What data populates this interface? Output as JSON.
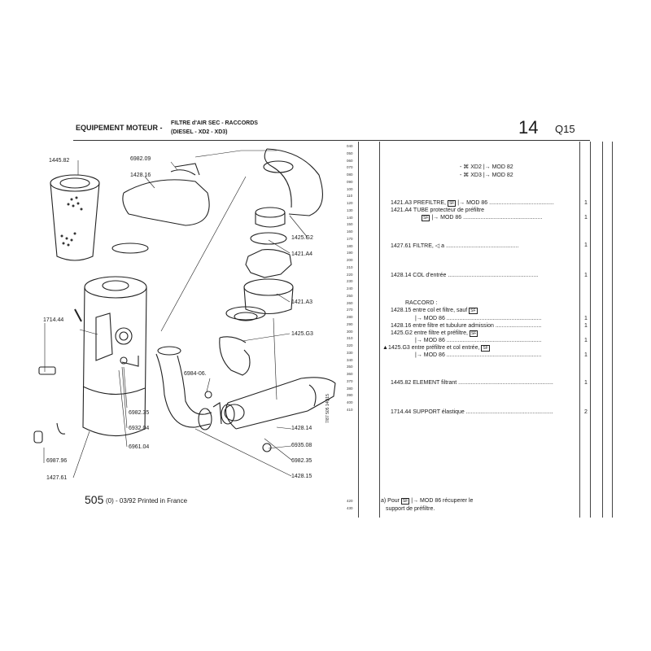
{
  "header": {
    "section": "EQUIPEMENT MOTEUR -",
    "subtitle_1": "FILTRE d'AIR SEC - RACCORDS",
    "subtitle_2": "(DIESEL - XD2 - XD3)",
    "page_number": "14",
    "page_section": "Q15"
  },
  "callouts": [
    {
      "id": "c1445_82",
      "text": "1445.82"
    },
    {
      "id": "c6982_09",
      "text": "6982.09"
    },
    {
      "id": "c1428_16",
      "text": "1428.16"
    },
    {
      "id": "c1425_g2",
      "text": "1425.G2"
    },
    {
      "id": "c1421_a4",
      "text": "1421.A4"
    },
    {
      "id": "c1421_a3",
      "text": "1421.A3"
    },
    {
      "id": "c1425_g3",
      "text": "1425.G3"
    },
    {
      "id": "c1714_44",
      "text": "1714.44"
    },
    {
      "id": "c6984_06",
      "text": "6984-06."
    },
    {
      "id": "c6982_35a",
      "text": "6982.35"
    },
    {
      "id": "c6932_04",
      "text": "6932.04"
    },
    {
      "id": "c6961_04",
      "text": "6961.04"
    },
    {
      "id": "c1428_14",
      "text": "1428.14"
    },
    {
      "id": "c6935_08",
      "text": "6935.08"
    },
    {
      "id": "c6982_35b",
      "text": "6982.35"
    },
    {
      "id": "c1428_15",
      "text": "1428.15"
    },
    {
      "id": "c6987_96",
      "text": "6987.96"
    },
    {
      "id": "c1427_61",
      "text": "1427.61"
    }
  ],
  "line_numbers": [
    "040",
    "050",
    "060",
    "070",
    "080",
    "090",
    "100",
    "110",
    "120",
    "130",
    "140",
    "150",
    "160",
    "170",
    "180",
    "190",
    "200",
    "210",
    "220",
    "230",
    "240",
    "250",
    "260",
    "270",
    "280",
    "290",
    "300",
    "310",
    "320",
    "330",
    "340",
    "350",
    "360",
    "370",
    "380",
    "390",
    "400",
    "410"
  ],
  "models": {
    "row1": "XD2",
    "row1_mod": "MOD 82",
    "row2": "XD3",
    "row2_mod": "MOD 82"
  },
  "entries": [
    {
      "code": "1421.A3",
      "desc": "PREFILTRE,",
      "sf": "SF",
      "mod": "MOD 86",
      "qty": "1"
    },
    {
      "code": "1421.A4",
      "desc": "TUBE protecteur de préfiltre",
      "sf": "SF",
      "mod": "MOD 86",
      "qty": "1"
    },
    {
      "code": "1427.61",
      "desc": "FILTRE,",
      "extra": "a",
      "qty": "1"
    },
    {
      "code": "1428.14",
      "desc": "COL d'entrée",
      "qty": "1"
    },
    {
      "code": "",
      "desc": "RACCORD :"
    },
    {
      "code": "1428.15",
      "desc": "entre col et filtre, sauf",
      "sf": "SF",
      "mod": "MOD 86",
      "qty": "1"
    },
    {
      "code": "1428.16",
      "desc": "entre filtre et tubulure admission",
      "qty": "1"
    },
    {
      "code": "1425.G2",
      "desc": "entre filtre et préfiltre,",
      "sf": "SF",
      "mod": "MOD 86",
      "qty": "1"
    },
    {
      "code": "1425.G3",
      "desc": "entre préfiltre et col entrée,",
      "sf": "SF",
      "mod": "MOD 86",
      "qty": "1"
    },
    {
      "code": "1445.82",
      "desc": "ELEMENT filtrant",
      "qty": "1"
    },
    {
      "code": "1714.44",
      "desc": "SUPPORT élastique",
      "qty": "2"
    }
  ],
  "footer": {
    "number": "505",
    "date": "(0) - 03/92 Printed in France",
    "side_code": "7/87  505  14Q15",
    "ln420": "420",
    "ln430": "430",
    "note_line1": "a) Pour",
    "note_sf": "SF",
    "note_mod": "MOD 86 récuperer le",
    "note_line2": "support de préfiltre."
  }
}
